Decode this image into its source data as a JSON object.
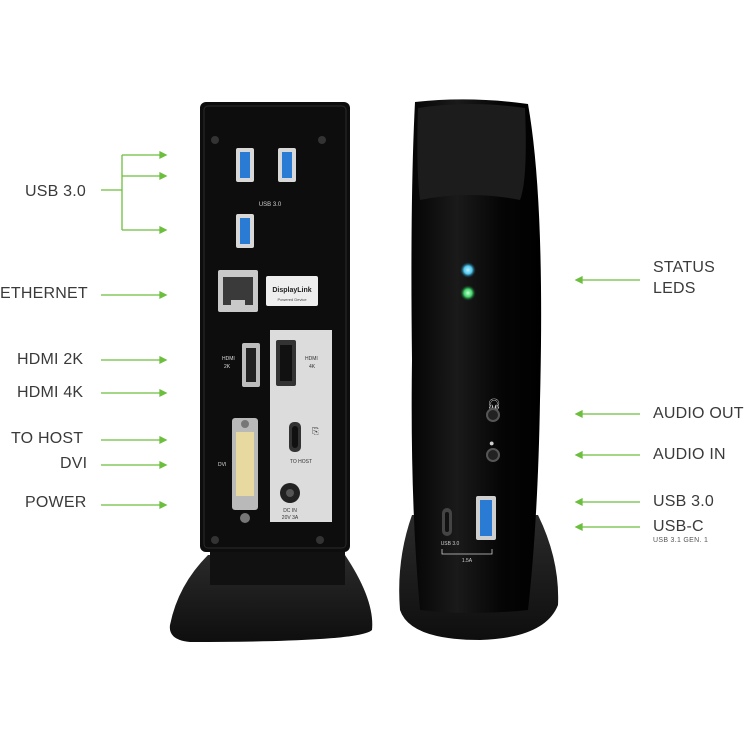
{
  "colors": {
    "leader": "#6cbf3d",
    "device": "#0d0d0d",
    "panel": "#dcdcdc",
    "led_blue": "#4fc8f0",
    "led_green": "#3fd36a",
    "usb_blue": "#2a7bd4"
  },
  "callouts_left": [
    {
      "label": "USB 3.0"
    },
    {
      "label": "ETHERNET"
    },
    {
      "label": "HDMI 2K"
    },
    {
      "label": "HDMI 4K"
    },
    {
      "label": "TO HOST"
    },
    {
      "label": "DVI"
    },
    {
      "label": "POWER"
    }
  ],
  "callouts_right": [
    {
      "label": "STATUS"
    },
    {
      "label": "LEDS"
    },
    {
      "label": "AUDIO OUT"
    },
    {
      "label": "AUDIO IN"
    },
    {
      "label": "USB 3.0"
    },
    {
      "label": "USB-C"
    },
    {
      "label": "USB 3.1 GEN. 1"
    }
  ],
  "rear_panel": {
    "usb_label": "USB 3.0",
    "displaylink_label": "DisplayLink",
    "displaylink_sub": "Powered Device",
    "hdmi_2k_label_1": "HDMI",
    "hdmi_2k_label_2": "2K",
    "hdmi_4k_label_1": "HDMI",
    "hdmi_4k_label_2": "4K",
    "to_host_label": "TO HOST",
    "dvi_label": "DVI",
    "dc_in_1": "DC IN",
    "dc_in_2": "20V 3A"
  },
  "front_panel": {
    "usb_label": "USB 3.0",
    "current_label": "1.5A"
  }
}
